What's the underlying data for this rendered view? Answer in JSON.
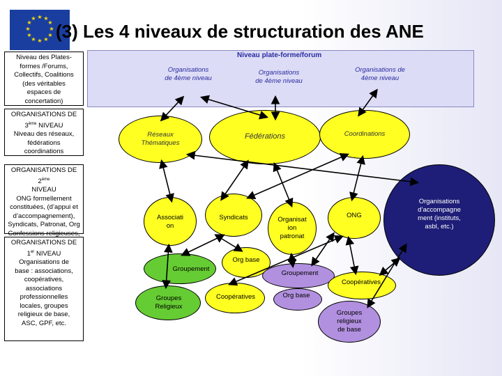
{
  "title": "(3) Les 4 niveaux de structuration des ANE",
  "colors": {
    "eu_blue": "#1a3ea0",
    "eu_star": "#ffdd00",
    "panel": "#dcdcf6",
    "yellow": "#ffff22",
    "green": "#66cc33",
    "purple": "#b290e0",
    "navy": "#1e1e78"
  },
  "legend_boxes": [
    {
      "text": "Niveau des Plates-\nformes /Forums,\nCollectifs, Coalitions\n(des véritables\nespaces de\nconcertation)"
    },
    {
      "pre": "ORGANISATIONS DE\n3",
      "sup": "ème",
      "post": " NIVEAU\nNiveau des réseaux,\nfédérations\ncoordinations"
    },
    {
      "pre": "ORGANISATIONS DE 2",
      "sup": "ème",
      "post": "\nNIVEAU\nONG formellement\nconstituées, (d’appui et\nd’accompagnement),\nSyndicats, Patronat, Org\nConfessions religieuses,\nAssociations, etc."
    },
    {
      "pre": "ORGANISATIONS DE\n1",
      "sup": "er",
      "post": " NIVEAU\nOrganisations de\nbase : associations,\ncoopératives,\nassociations\nprofessionnelles\nlocales, groupes\nreligieux de base,\nASC, GPF, etc."
    }
  ],
  "platform": {
    "title": "Niveau plate-forme/forum",
    "orgs": [
      "Organisations\nde 4ème niveau",
      "Organisations\nde 4ème niveau",
      "Organisations de\n4ème niveau"
    ]
  },
  "level3": [
    "Réseaux\nThématiques",
    "Fédérations",
    "Coordinations"
  ],
  "level2": [
    "Associati\non",
    "Syndicats",
    "Organisat\nion\npatronat",
    "ONG",
    "Organisations\nd’accompagne\nment (instituts,\nasbl, etc.)"
  ],
  "level1": [
    "Groupement",
    "Org base",
    "Groupement",
    "Groupes\nReligieux",
    "Coopératives",
    "Org base",
    "Coopératives",
    "Groupes\nreligieux\nde base"
  ]
}
